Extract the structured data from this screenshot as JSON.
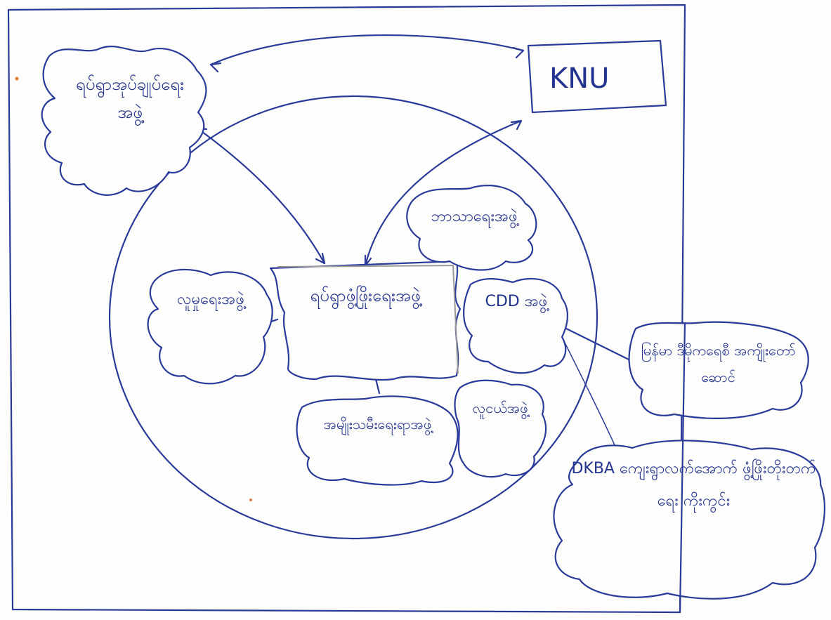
{
  "colors": {
    "ink": "#2a3a9a",
    "paper": "#fdfdfb",
    "accent_dot": "#e07a3a"
  },
  "nodes": {
    "knu": "KNU",
    "local_admin": "ရပ်ရွာအုပ်ချုပ်ရေးအဖွဲ့",
    "village_committee": "ရပ်ရွာဖွံ့ဖြိုးရေးအဖွဲ့",
    "religious": "ဘာသာရေးအဖွဲ့",
    "cdd": "CDD အဖွဲ့",
    "cdd_sub": "မြန်မာ ဒီမိုကရေစီ အကျိုးတော်ဆောင်",
    "left_group": "လူမှုရေးအဖွဲ့",
    "youth": "လူငယ်အဖွဲ့",
    "women": "အမျိုးသမီးရေးရာအဖွဲ့",
    "relief": "DKBA ကျေးရွာလက်အောက် ဖွံ့ဖြိုးတိုးတက်ရေး ကိုးကွင်း"
  }
}
